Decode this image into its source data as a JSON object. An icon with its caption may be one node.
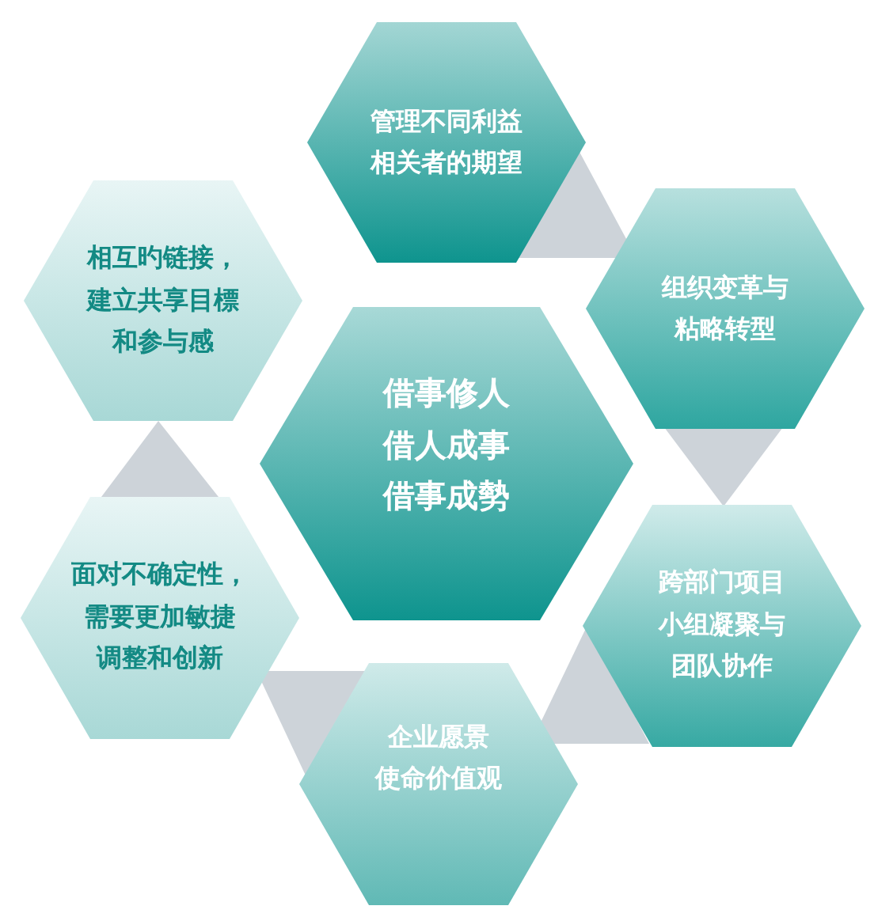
{
  "diagram": {
    "nodes": [
      {
        "text": [
          "管理不同利益相关者的期望"
        ]
      },
      {
        "text": [
          "相互旳链接，建立共享目標和参与感"
        ]
      },
      {
        "text": [
          "组织变革与粘略转型"
        ]
      },
      {
        "text": [
          "借事修人借人成事借事成勢"
        ]
      },
      {
        "text": [
          "面对不确定性，需要更加敏捷调整和创新"
        ]
      },
      {
        "text": [
          "跨部门项目小组凝聚与团队协作"
        ]
      },
      {
        "text": [
          "企业愿景使命价值观"
        ]
      }
    ]
  }
}
